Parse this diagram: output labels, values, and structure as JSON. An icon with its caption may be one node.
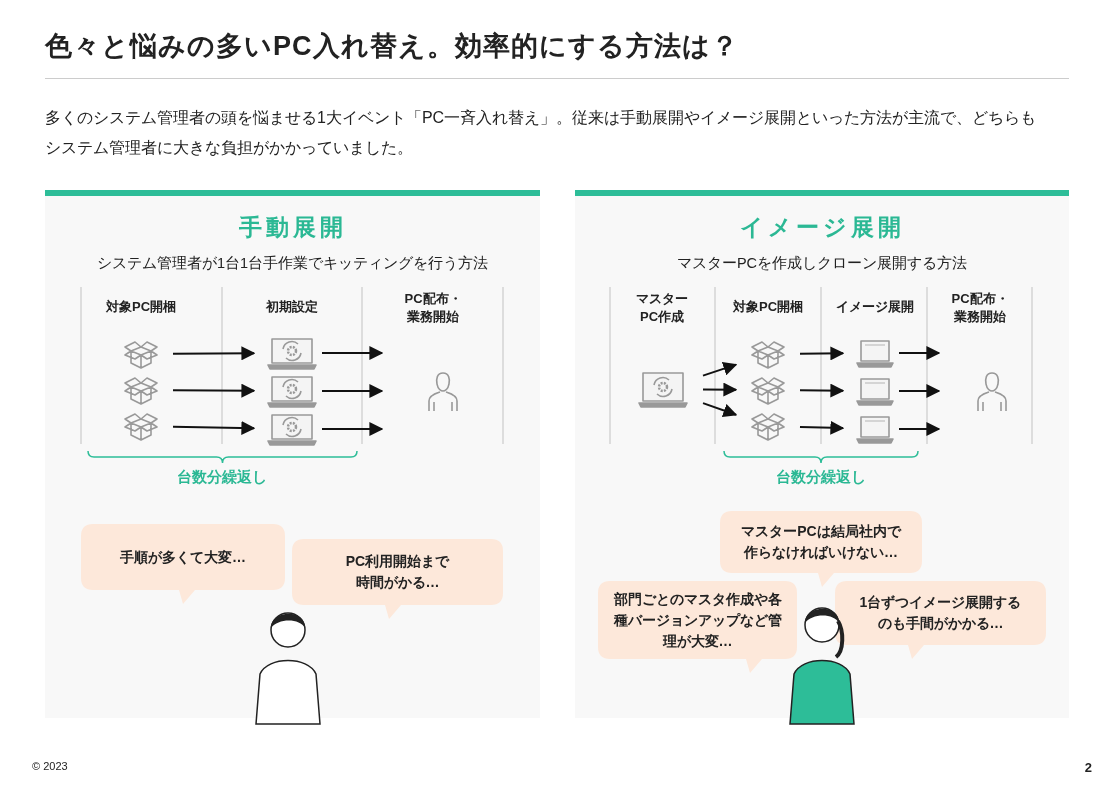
{
  "diagram": {
    "title": "色々と悩みの多いPC入れ替え。効率的にする方法は？",
    "nodes": [
      {
        "text": [
          "手動展開",
          "システム管理者が1台1台手作業でキッティングを行う方法"
        ]
      },
      {
        "text": [],
        "shape": "picture",
        "in": 0
      },
      {
        "text": [],
        "shape": "picture",
        "in": 0
      },
      {
        "text": [],
        "shape": "picture",
        "in": 0
      },
      {
        "text": [],
        "shape": "picture",
        "in": 0
      },
      {
        "text": [],
        "shape": "picture",
        "in": 0
      },
      {
        "text": [],
        "shape": "picture",
        "in": 0
      },
      {
        "text": [],
        "shape": "person",
        "in": 0
      },
      {
        "text": [
          "手順が多くて大変…"
        ],
        "in": 0
      },
      {
        "text": [
          "PC利用開始まで時間がかる…"
        ],
        "in": 0
      },
      {
        "text": [],
        "shape": "person",
        "in": 0
      },
      {
        "text": [
          "イメージ展開",
          "マスターPCを作成しクローン展開する方法"
        ]
      },
      {
        "text": [],
        "shape": "picture",
        "in": 11
      },
      {
        "text": [],
        "shape": "picture",
        "in": 11
      },
      {
        "text": [],
        "shape": "picture",
        "in": 11
      },
      {
        "text": [],
        "shape": "picture",
        "in": 11
      },
      {
        "text": [],
        "shape": "picture",
        "in": 11
      },
      {
        "text": [],
        "shape": "picture",
        "in": 11
      },
      {
        "text": [],
        "shape": "picture",
        "in": 11
      },
      {
        "text": [],
        "shape": "person",
        "in": 11
      },
      {
        "text": [
          "マスターPCは結局社内で作らなければいけない…"
        ],
        "in": 11
      },
      {
        "text": [
          "部門ごとのマスタ作成や各種バージョンアップなど管理が大変…"
        ],
        "in": 11
      },
      {
        "text": [
          "1台ずつイメージ展開するのも手間がかかる…"
        ],
        "in": 11
      },
      {
        "text": [],
        "shape": "person",
        "in": 11
      }
    ],
    "edges": [
      {
        "from": 1,
        "to": 4,
        "arrow": "to"
      },
      {
        "from": 2,
        "to": 5,
        "arrow": "to"
      },
      {
        "from": 3,
        "to": 6,
        "arrow": "to"
      },
      {
        "from": 4,
        "to": null,
        "arrow": "to"
      },
      {
        "from": 5,
        "to": null,
        "arrow": "to"
      },
      {
        "from": 6,
        "to": null,
        "arrow": "to"
      },
      {
        "from": 12,
        "to": 13,
        "arrow": "to"
      },
      {
        "from": 12,
        "to": 14,
        "arrow": "to"
      },
      {
        "from": 12,
        "to": 15,
        "arrow": "to"
      },
      {
        "from": 13,
        "to": 16,
        "arrow": "to"
      },
      {
        "from": 14,
        "to": 17,
        "arrow": "to"
      },
      {
        "from": 15,
        "to": 18,
        "arrow": "to"
      },
      {
        "from": 16,
        "to": null,
        "arrow": "to"
      },
      {
        "from": 17,
        "to": null,
        "arrow": "to"
      },
      {
        "from": 18,
        "to": null,
        "arrow": "to"
      }
    ],
    "labels": [
      "多くのシステム管理者の頭を悩ませる1大イベント「PC一斉入れ替え」。従来は手動展開やイメージ展開といった方法が主流で、どちらもシステム管理者に大きな負担がかかっていました。",
      "対象PC開梱",
      "初期設定",
      "PC配布・業務開始",
      "台数分繰返し",
      "マスターPC作成",
      "対象PC開梱",
      "イメージ展開",
      "PC配布・業務開始",
      "台数分繰返し",
      "© 2023",
      "2"
    ]
  }
}
